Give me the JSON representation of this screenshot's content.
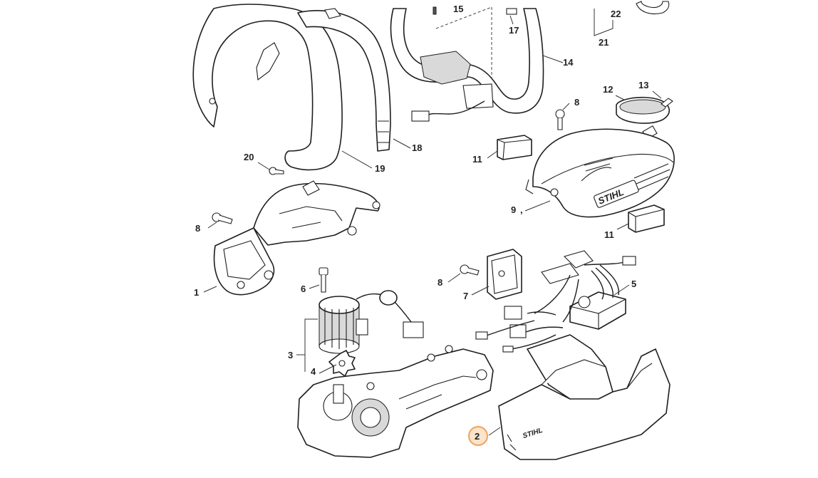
{
  "diagram": {
    "callouts": {
      "c1": "1",
      "c2": "2",
      "c3": "3",
      "c4": "4",
      "c5": "5",
      "c6": "6",
      "c7": "7",
      "c8a": "8",
      "c8b": "8",
      "c8c": "8",
      "c9": "9",
      "c9suffix": ",",
      "c11a": "11",
      "c11b": "11",
      "c12": "12",
      "c13": "13",
      "c14": "14",
      "c15": "15",
      "c17": "17",
      "c18": "18",
      "c19": "19",
      "c20": "20",
      "c21": "21",
      "c22": "22"
    },
    "logos": {
      "cover": "STIHL",
      "housing": "STIHL"
    },
    "selected_callout": "2",
    "highlight_color": "#f0a35a"
  }
}
